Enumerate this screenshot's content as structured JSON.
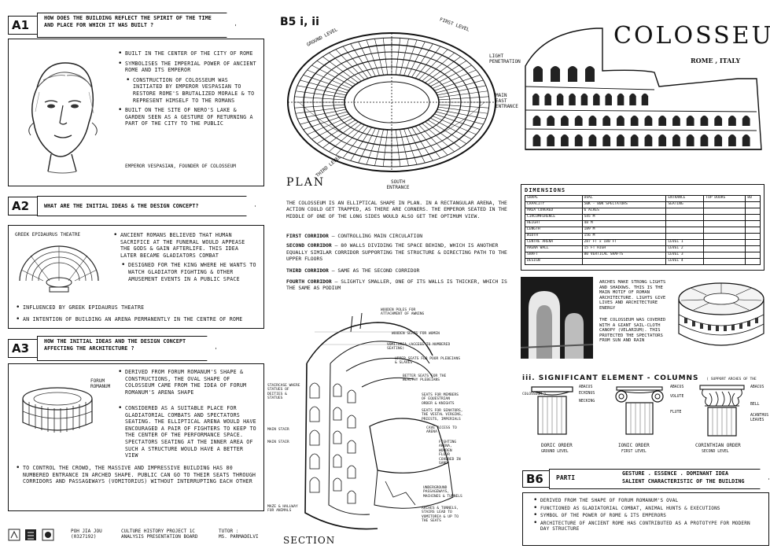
{
  "a1": {
    "tag": "A1",
    "question": "HOW DOES THE BUILDING REFLECT THE SPIRIT OF THE TIME AND PLACE FOR WHICH IT WAS BUILT ?",
    "bullets": [
      "BUILT IN THE CENTER OF THE CITY OF ROME",
      "SYMBOLISES THE IMPERIAL POWER OF ANCIENT ROME AND ITS EMPEROR",
      "CONSTRUCTION OF COLOSSEUM WAS INITIATED BY EMPEROR VESPASIAN TO RESTORE ROME'S BRUTALIZED MORALE & TO REPRESENT HIMSELF TO THE ROMANS",
      "BUILT ON THE SITE OF NERO'S LAKE & GARDEN SEEN AS A GESTURE OF RETURNING A PART OF THE CITY TO THE PUBLIC"
    ],
    "caption": "EMPEROR VESPASIAN, FOUNDER OF COLOSSEUM"
  },
  "a2": {
    "tag": "A2",
    "question": "WHAT ARE THE INITIAL IDEAS & THE DESIGN CONCEPT?",
    "caption": "GREEK EPIDAURUS THEATRE",
    "bullets": [
      "ANCIENT ROMANS BELIEVED THAT HUMAN SACRIFICE AT THE FUNERAL WOULD APPEASE THE GODS & GAIN AFTERLIFE. THIS IDEA LATER BECAME GLADIATORS COMBAT",
      "DESIGNED FOR THE KING WHERE HE WANTS TO WATCH GLADIATOR FIGHTING & OTHER AMUSEMENT EVENTS IN A PUBLIC SPACE"
    ],
    "bottom_bullets": [
      "INFLUENCED BY GREEK EPIDAURUS THEATRE",
      "AN INTENTION OF BUILDING AN ARENA PERMANENTLY IN THE CENTRE OF ROME"
    ]
  },
  "a3": {
    "tag": "A3",
    "question": "HOW THE INITIAL IDEAS AND THE DESIGN CONCEPT AFFECTING THE ARCHITECTURE ?",
    "model_caption": "FORUM ROMANUM",
    "bullets": [
      "DERIVED FROM FORUM ROMANUM'S SHAPE & CONSTRUCTIONS, THE OVAL SHAPE OF COLOSSEUM CAME FROM THE IDEA OF FORUM ROMANUM'S ARENA SHAPE",
      "CONSIDERED AS A SUITABLE PLACE FOR GLADIATORIAL COMBATS AND SPECTATORS SEATING. THE ELLIPTICAL ARENA WOULD HAVE ENCOURAGED A PAIR OF FIGHTERS TO KEEP TO THE CENTER OF THE PERFORMANCE SPACE. SPECTATORS SEATING AT THE INNER AREA OF SUCH A STRUCTURE WOULD HAVE A BETTER VIEW",
      "TO CONTROL THE CROWD, THE MASSIVE AND IMPRESSIVE BUILDING HAS 80 NUMBERED ENTRANCE IN ARCHED SHAPE. PUBLIC CAN GO TO THEIR SEATS THROUGH CORRIDORS AND PASSAGEWAYS (VOMITORIUS) WITHOUT INTERRUPTING EACH OTHER"
    ]
  },
  "footer": {
    "name": "POH JIA JOU",
    "id": "(0327192)",
    "course1": "CULTURE HISTORY PROJECT 1C",
    "course2": "ANALYSIS PRESENTATION BOARD",
    "tutor_label": "TUTOR :",
    "tutor": "MS. PARMADELVI"
  },
  "b5": {
    "tag": "B5 i, ii",
    "plan_title": "PLAN",
    "plan_labels": [
      "GROUND LEVEL",
      "FIRST LEVEL",
      "LIGHT PENETRATION",
      "MAIN EAST ENTRANCE",
      "THIRD LEVEL",
      "SOUTH ENTRANCE"
    ],
    "description": "THE COLOSSEUM IS AN ELLIPTICAL SHAPE IN PLAN. IN A RECTANGULAR ARENA, THE ACTION COULD GET TRAPPED, AS THERE ARE CORNERS. THE EMPEROR SEATED IN THE MIDDLE OF ONE OF THE LONG SIDES WOULD ALSO GET THE OPTIMUM VIEW.",
    "corridors": [
      {
        "label": "FIRST CORRIDOR",
        "text": "CONTROLLING MAIN CIRCULATION"
      },
      {
        "label": "SECOND CORRIDOR",
        "text": "80 WALLS DIVIDING THE SPACE BEHIND, WHICH IS ANOTHER EQUALLY SIMILAR CORRIDOR SUPPORTING THE STRUCTURE & DIRECTING PATH TO THE UPPER FLOORS"
      },
      {
        "label": "THIRD CORRIDOR",
        "text": "SAME AS THE SECOND CORRIDOR"
      },
      {
        "label": "FOURTH CORRIDOR",
        "text": "SLIGHTLY SMALLER, ONE OF ITS WALLS IS THICKER, WHICH IS THE SAME AS PODIUM"
      }
    ],
    "section_title": "SECTION",
    "section_labels": [
      "WOODEN POLES FOR ATTACHMENT OF AWNING",
      "WOODEN SEATS FOR WOMEN",
      "VOMITORIA (ACCESS TO NUMBERED SEATING)",
      "UPPER SEATS FOR POOR PLEBEIANS & SLAVES",
      "BETTER SEATS FOR THE WEALTHY PLEBEIANS",
      "SEATS FOR MEMBERS OF EQUESTRIAN ORDER & KNIGHTS",
      "SEATS FOR SENATORS, THE VESTAL VIRGINS, PRIESTS, IMPERIALS",
      "STAIRCASE WHERE STATUES OF DEITIES & STATUES",
      "MAIN STAIR",
      "MAIN STAIR",
      "CAVE ACCESS TO ARENA",
      "FIGHTING ARENA, WOODEN FLOOR COVERED IN SAND",
      "MAZE & HALLWAY FOR ANIMALS",
      "UNDERGROUND PASSAGEWAYS, MACHINES & TUNNELS",
      "ARCHES & TUNNELS, STAIRS LEAD TO VOMITORIA & UP TO THE SEATS"
    ]
  },
  "colosseum": {
    "title": "COLOSSEUM",
    "subtitle": "ROME , ITALY"
  },
  "dimensions": {
    "header": "DIMENSIONS",
    "rows": [
      [
        "SHAPE",
        "OVAL",
        "ENTRANCE",
        "TOP DOORS",
        "80"
      ],
      [
        "CAPACITY",
        "50K - 80K SPECTATORS",
        "SEATING",
        "",
        ""
      ],
      [
        "AREA COVERED",
        "6 ACRES",
        "",
        "",
        ""
      ],
      [
        "CIRCUMFERENCE",
        "545 M",
        "",
        "",
        ""
      ],
      [
        "HEIGHT",
        "48 M",
        "",
        "",
        ""
      ],
      [
        "LENGTH",
        "189 M",
        "",
        "",
        ""
      ],
      [
        "WIDTH",
        "156 M",
        "",
        "",
        ""
      ],
      [
        "CENTRE ARENA",
        "287 FT x 180 FT",
        "LEVEL 1",
        "",
        ""
      ],
      [
        "ARENA WALL",
        "15 FT HIGH",
        "LEVEL 2",
        "",
        ""
      ],
      [
        "SHAFT",
        "80 VERTICAL SHAFTS",
        "LEVEL 3",
        "",
        ""
      ],
      [
        "DESIGN",
        "",
        "LEVEL 4",
        "",
        ""
      ]
    ]
  },
  "photo_notes": {
    "arches": "ARCHES MAKE STRONG LIGHTS AND SHADOWS. THIS IS THE MAIN MOTIF OF ROMAN ARCHITECTURE. LIGHTS GIVE LIVES AND ARCHITECTURE ENERGY",
    "velarium": "THE COLOSSEUM WAS COVERED WITH A GIANT SAIL-CLOTH CANOPY (VELARIUM). THIS PROTECTED THE SPECTATORS FROM SUN AND RAIN"
  },
  "columns": {
    "heading": "iii. SIGNIFICANT ELEMENT - COLUMNS",
    "note": "( SUPPORT ARCHES OF THE COLOSSEUM )",
    "items": [
      {
        "name": "DORIC ORDER",
        "sub": "GROUND LEVEL",
        "labels": [
          "ABACUS",
          "ECHINUS",
          "NECKING"
        ]
      },
      {
        "name": "IONIC ORDER",
        "sub": "FIRST LEVEL",
        "labels": [
          "ABACUS",
          "VOLUTE",
          "FLUTE"
        ]
      },
      {
        "name": "CORINTHIAN ORDER",
        "sub": "SECOND LEVEL",
        "labels": [
          "ABACUS",
          "BELL",
          "ACANTHUS LEAVES"
        ]
      }
    ]
  },
  "b6": {
    "tag": "B6",
    "parti": "PARTI",
    "subtitle_line1": "GESTURE . ESSENCE . DOMINANT IDEA",
    "subtitle_line2": "SALIENT CHARACTERISTIC OF THE BUILDING",
    "bullets": [
      "DERIVED FROM THE SHAPE OF FORUM ROMANUM'S OVAL",
      "FUNCTIONED AS GLADIATORIAL COMBAT, ANIMAL HUNTS & EXECUTIONS",
      "SYMBOL OF THE POWER OF ROME & ITS EMPERORS",
      "ARCHITECTURE OF ANCIENT ROME HAS CONTRIBUTED AS A PROTOTYPE FOR MODERN DAY STRUCTURE"
    ]
  }
}
